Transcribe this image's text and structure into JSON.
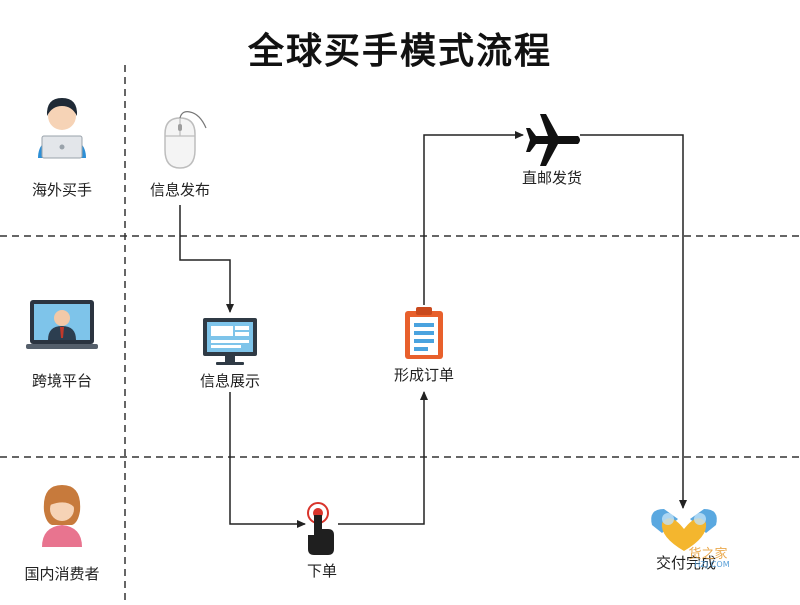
{
  "title": "全球买手模式流程",
  "lanes": [
    {
      "label": "海外买手",
      "icon": "overseas-buyer-icon"
    },
    {
      "label": "跨境平台",
      "icon": "platform-icon"
    },
    {
      "label": "国内消费者",
      "icon": "consumer-icon"
    }
  ],
  "nodes": {
    "publish": {
      "label": "信息发布",
      "icon": "mouse-icon"
    },
    "display": {
      "label": "信息展示",
      "icon": "monitor-icon"
    },
    "order": {
      "label": "下单",
      "icon": "touch-icon"
    },
    "form_order": {
      "label": "形成订单",
      "icon": "clipboard-icon"
    },
    "ship": {
      "label": "直邮发货",
      "icon": "airplane-icon"
    },
    "complete": {
      "label": "交付完成",
      "icon": "handshake-icon"
    }
  },
  "watermark": {
    "text": "货之家",
    "sub": "HZJ.COM"
  },
  "colors": {
    "arrow": "#222222",
    "divider": "#333333",
    "accent": "#d9342b"
  }
}
